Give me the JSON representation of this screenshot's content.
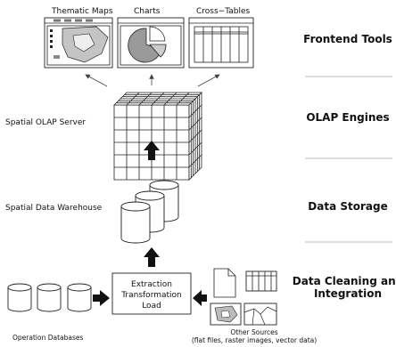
{
  "frontend": {
    "thematic_maps_label": "Thematic Maps",
    "charts_label": "Charts",
    "cross_tables_label": "Cross−Tables"
  },
  "components": {
    "olap_server_label": "Spatial OLAP Server",
    "data_warehouse_label": "Spatial Data Warehouse",
    "operation_db_label": "Operation Databases",
    "etl_line1": "Extraction",
    "etl_line2": "Transformation",
    "etl_line3": "Load",
    "other_sources_line1": "Other Sources",
    "other_sources_line2": "(flat files, raster images, vector data)"
  },
  "layers": {
    "frontend_tools": "Frontend Tools",
    "olap_engines": "OLAP Engines",
    "data_storage": "Data Storage",
    "cleaning_line1": "Data Cleaning and",
    "cleaning_line2": "Integration"
  }
}
